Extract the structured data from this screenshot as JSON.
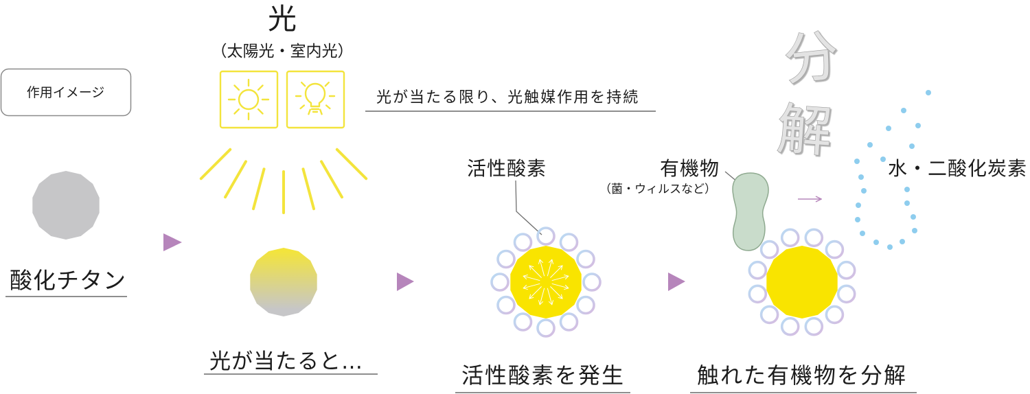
{
  "diagram": {
    "action_image_label": "作用イメージ",
    "steps": {
      "titanium_oxide": "酸化チタン",
      "when_lit": "光が当たると…",
      "generate_active_oxygen": "活性酸素を発生",
      "decompose_on_contact": "触れた有機物を分解"
    },
    "light": {
      "title": "光",
      "sources": "（太陽光・室内光）",
      "icons": [
        "sun-icon",
        "light-bulb-icon"
      ],
      "sustain_note": "光が当たる限り、光触媒作用を持続"
    },
    "callouts": {
      "active_oxygen": "活性酸素",
      "organic_matter": "有機物",
      "organic_examples": "（菌・ウィルスなど）",
      "decompose_chars": [
        "分",
        "解"
      ],
      "products": "水・二酸化炭素"
    }
  },
  "colors": {
    "titanium_gray": "#c6c6c8",
    "photocatalyst_yellow": "#f9e400",
    "light_yellow": "#f3e43c",
    "step_arrow_purple": "#b685bb",
    "ring_blue": "#b9dcf4",
    "ring_purple": "#d6bbe0",
    "organic_green": "#c9dccb",
    "product_dot_blue": "#8ecdee"
  }
}
